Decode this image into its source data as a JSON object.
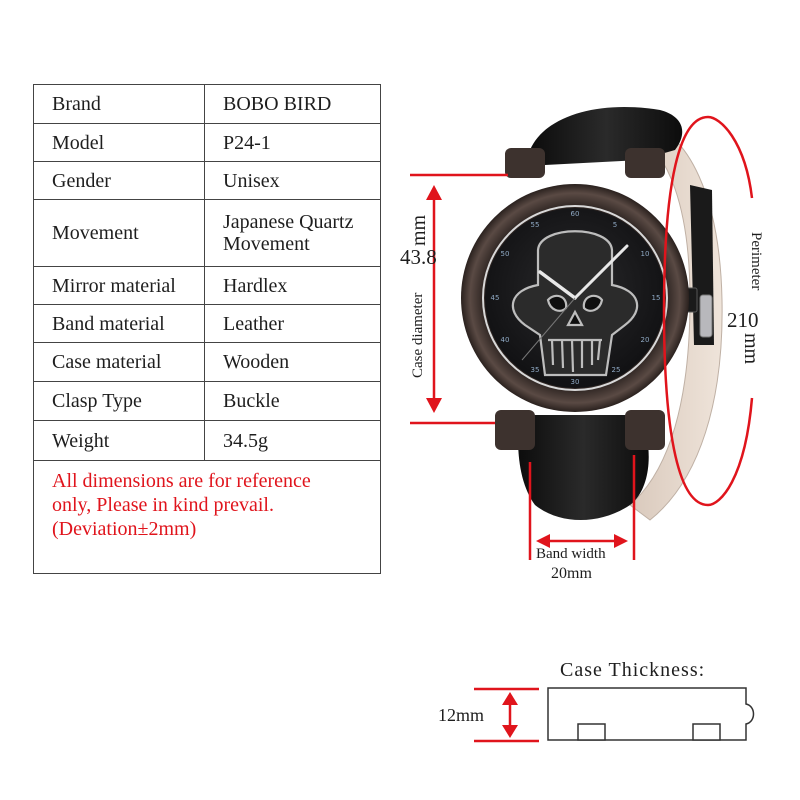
{
  "specs": {
    "rows": [
      {
        "label": "Brand",
        "value": "BOBO BIRD"
      },
      {
        "label": "Model",
        "value": "P24-1"
      },
      {
        "label": "Gender",
        "value": "Unisex"
      },
      {
        "label": "Movement",
        "value": "Japanese Quartz",
        "value_line2": "Movement"
      },
      {
        "label": "Mirror material",
        "value": "Hardlex"
      },
      {
        "label": "Band material",
        "value": "Leather"
      },
      {
        "label": "Case material",
        "value": "Wooden"
      },
      {
        "label": "Clasp Type",
        "value": "Buckle"
      },
      {
        "label": "Weight",
        "value": "34.5g"
      }
    ],
    "note": {
      "line1": "All dimensions are for reference",
      "line2": "only, Please in kind prevail.",
      "line3": "(Deviation±2mm)"
    }
  },
  "dimensions": {
    "case_diameter": {
      "label": "Case diameter",
      "value": "43.8",
      "unit": "mm"
    },
    "perimeter": {
      "label": "Perimeter",
      "value": "210",
      "unit": "mm"
    },
    "band_width": {
      "label": "Band width",
      "value": "20mm"
    },
    "case_thickness": {
      "title": "Case Thickness:",
      "value": "12mm"
    }
  },
  "dial": {
    "numerals": [
      "60",
      "5",
      "10",
      "15",
      "20",
      "25",
      "30",
      "35",
      "40",
      "45",
      "50",
      "55"
    ]
  },
  "colors": {
    "accent_red": "#e0141c",
    "text": "#1e1e1e",
    "table_border": "#444444",
    "wood_case": "#3b302c",
    "dial": "#1c1c1e",
    "strap": "#141414",
    "strap_lining": "#e6d8cc"
  }
}
